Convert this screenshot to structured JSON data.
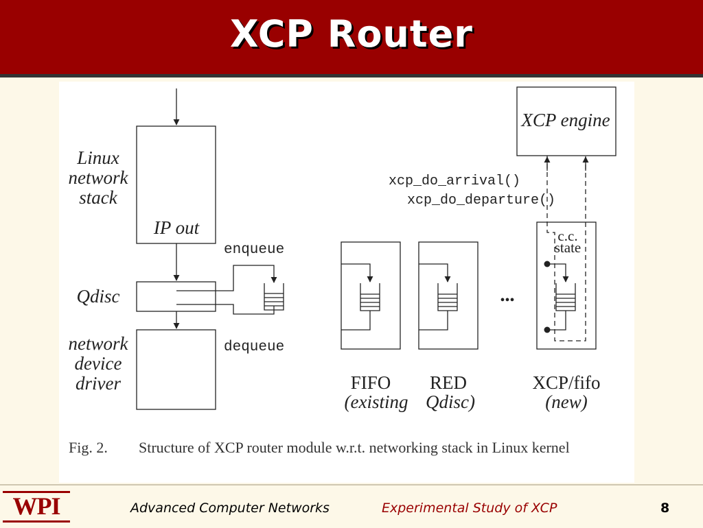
{
  "slide": {
    "title": "XCP Router"
  },
  "diagram": {
    "linux_label": [
      "Linux",
      "network",
      "stack"
    ],
    "ip_out": "IP out",
    "qdisc": "Qdisc",
    "driver_label": [
      "network",
      "device",
      "driver"
    ],
    "enqueue": "enqueue",
    "dequeue": "dequeue",
    "xcp_engine": "XCP engine",
    "arrival_fn": "xcp_do_arrival()",
    "departure_fn": "xcp_do_departure()",
    "cc_state": [
      "c.c.",
      "state"
    ],
    "ellipsis": "•••",
    "fifo": "FIFO",
    "red": "RED",
    "xcp_fifo": "XCP/fifo",
    "existing": "(existing",
    "qdisc_paren": "Qdisc)",
    "new": "(new)"
  },
  "caption": {
    "label": "Fig. 2.",
    "text": "Structure of XCP router module w.r.t. networking stack in Linux kernel"
  },
  "footer": {
    "logo": "WPI",
    "course": "Advanced Computer Networks",
    "talk": "Experimental Study of XCP",
    "page": "8"
  },
  "colors": {
    "title_bar": "#990000",
    "accent_text": "#990000"
  }
}
